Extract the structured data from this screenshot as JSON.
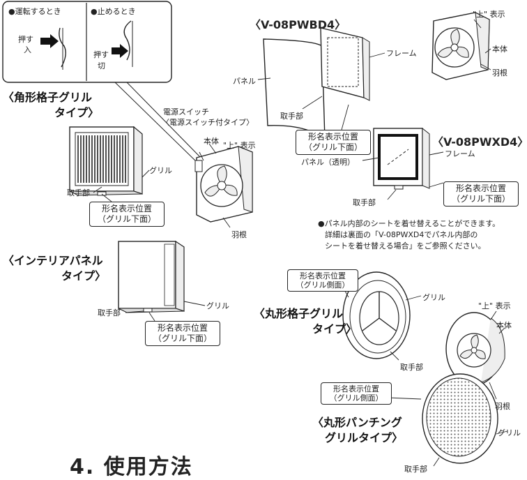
{
  "inset": {
    "left": {
      "header": "●運転するとき",
      "push": "押す",
      "state": "入"
    },
    "right": {
      "header": "●止めるとき",
      "push": "押す",
      "state": "切"
    }
  },
  "square_grill": {
    "title_line1": "〈角形格子グリル",
    "title_line2": "タイプ〉",
    "handle": "取手部",
    "grill": "グリル",
    "position_line1": "形名表示位置",
    "position_line2": "（グリル下面）"
  },
  "body_center": {
    "switch_line1": "電源スイッチ",
    "switch_line2": "〈電源スイッチ付タイプ〉",
    "body": "本体",
    "up_mark": "\"上\" 表示",
    "blade": "羽根"
  },
  "interior_panel": {
    "title_line1": "〈インテリアパネル",
    "title_line2": "タイプ〉",
    "handle": "取手部",
    "grill": "グリル",
    "position_line1": "形名表示位置",
    "position_line2": "（グリル下面）"
  },
  "pwbd": {
    "model": "〈V-08PWBD4〉",
    "panel": "パネル",
    "frame": "フレーム",
    "handle": "取手部",
    "position_line1": "形名表示位置",
    "position_line2": "（グリル下面）"
  },
  "body_topright": {
    "up_mark": "\"上\" 表示",
    "body": "本体",
    "blade": "羽根"
  },
  "pwxd": {
    "model": "〈V-08PWXD4〉",
    "panel": "パネル（透明）",
    "frame": "フレーム",
    "handle": "取手部",
    "position_line1": "形名表示位置",
    "position_line2": "（グリル下面）"
  },
  "note": {
    "line1": "●パネル内部のシートを着せ替えることができます。",
    "line2": "詳細は裏面の「V-08PWXD4でパネル内部の",
    "line3": "シートを着せ替える場合」をご参照ください。"
  },
  "round_grill": {
    "position_line1": "形名表示位置",
    "position_line2": "（グリル側面）",
    "title_line1": "〈丸形格子グリル",
    "title_line2": "タイプ〉",
    "grill": "グリル",
    "handle": "取手部"
  },
  "body_round": {
    "up_mark": "\"上\" 表示",
    "body": "本体",
    "blade": "羽根"
  },
  "punching_grill": {
    "position_line1": "形名表示位置",
    "position_line2": "（グリル側面）",
    "title_line1": "〈丸形パンチング",
    "title_line2": "グリルタイプ〉",
    "grill": "グリル",
    "handle": "取手部"
  },
  "section_heading": "4. 使用方法"
}
